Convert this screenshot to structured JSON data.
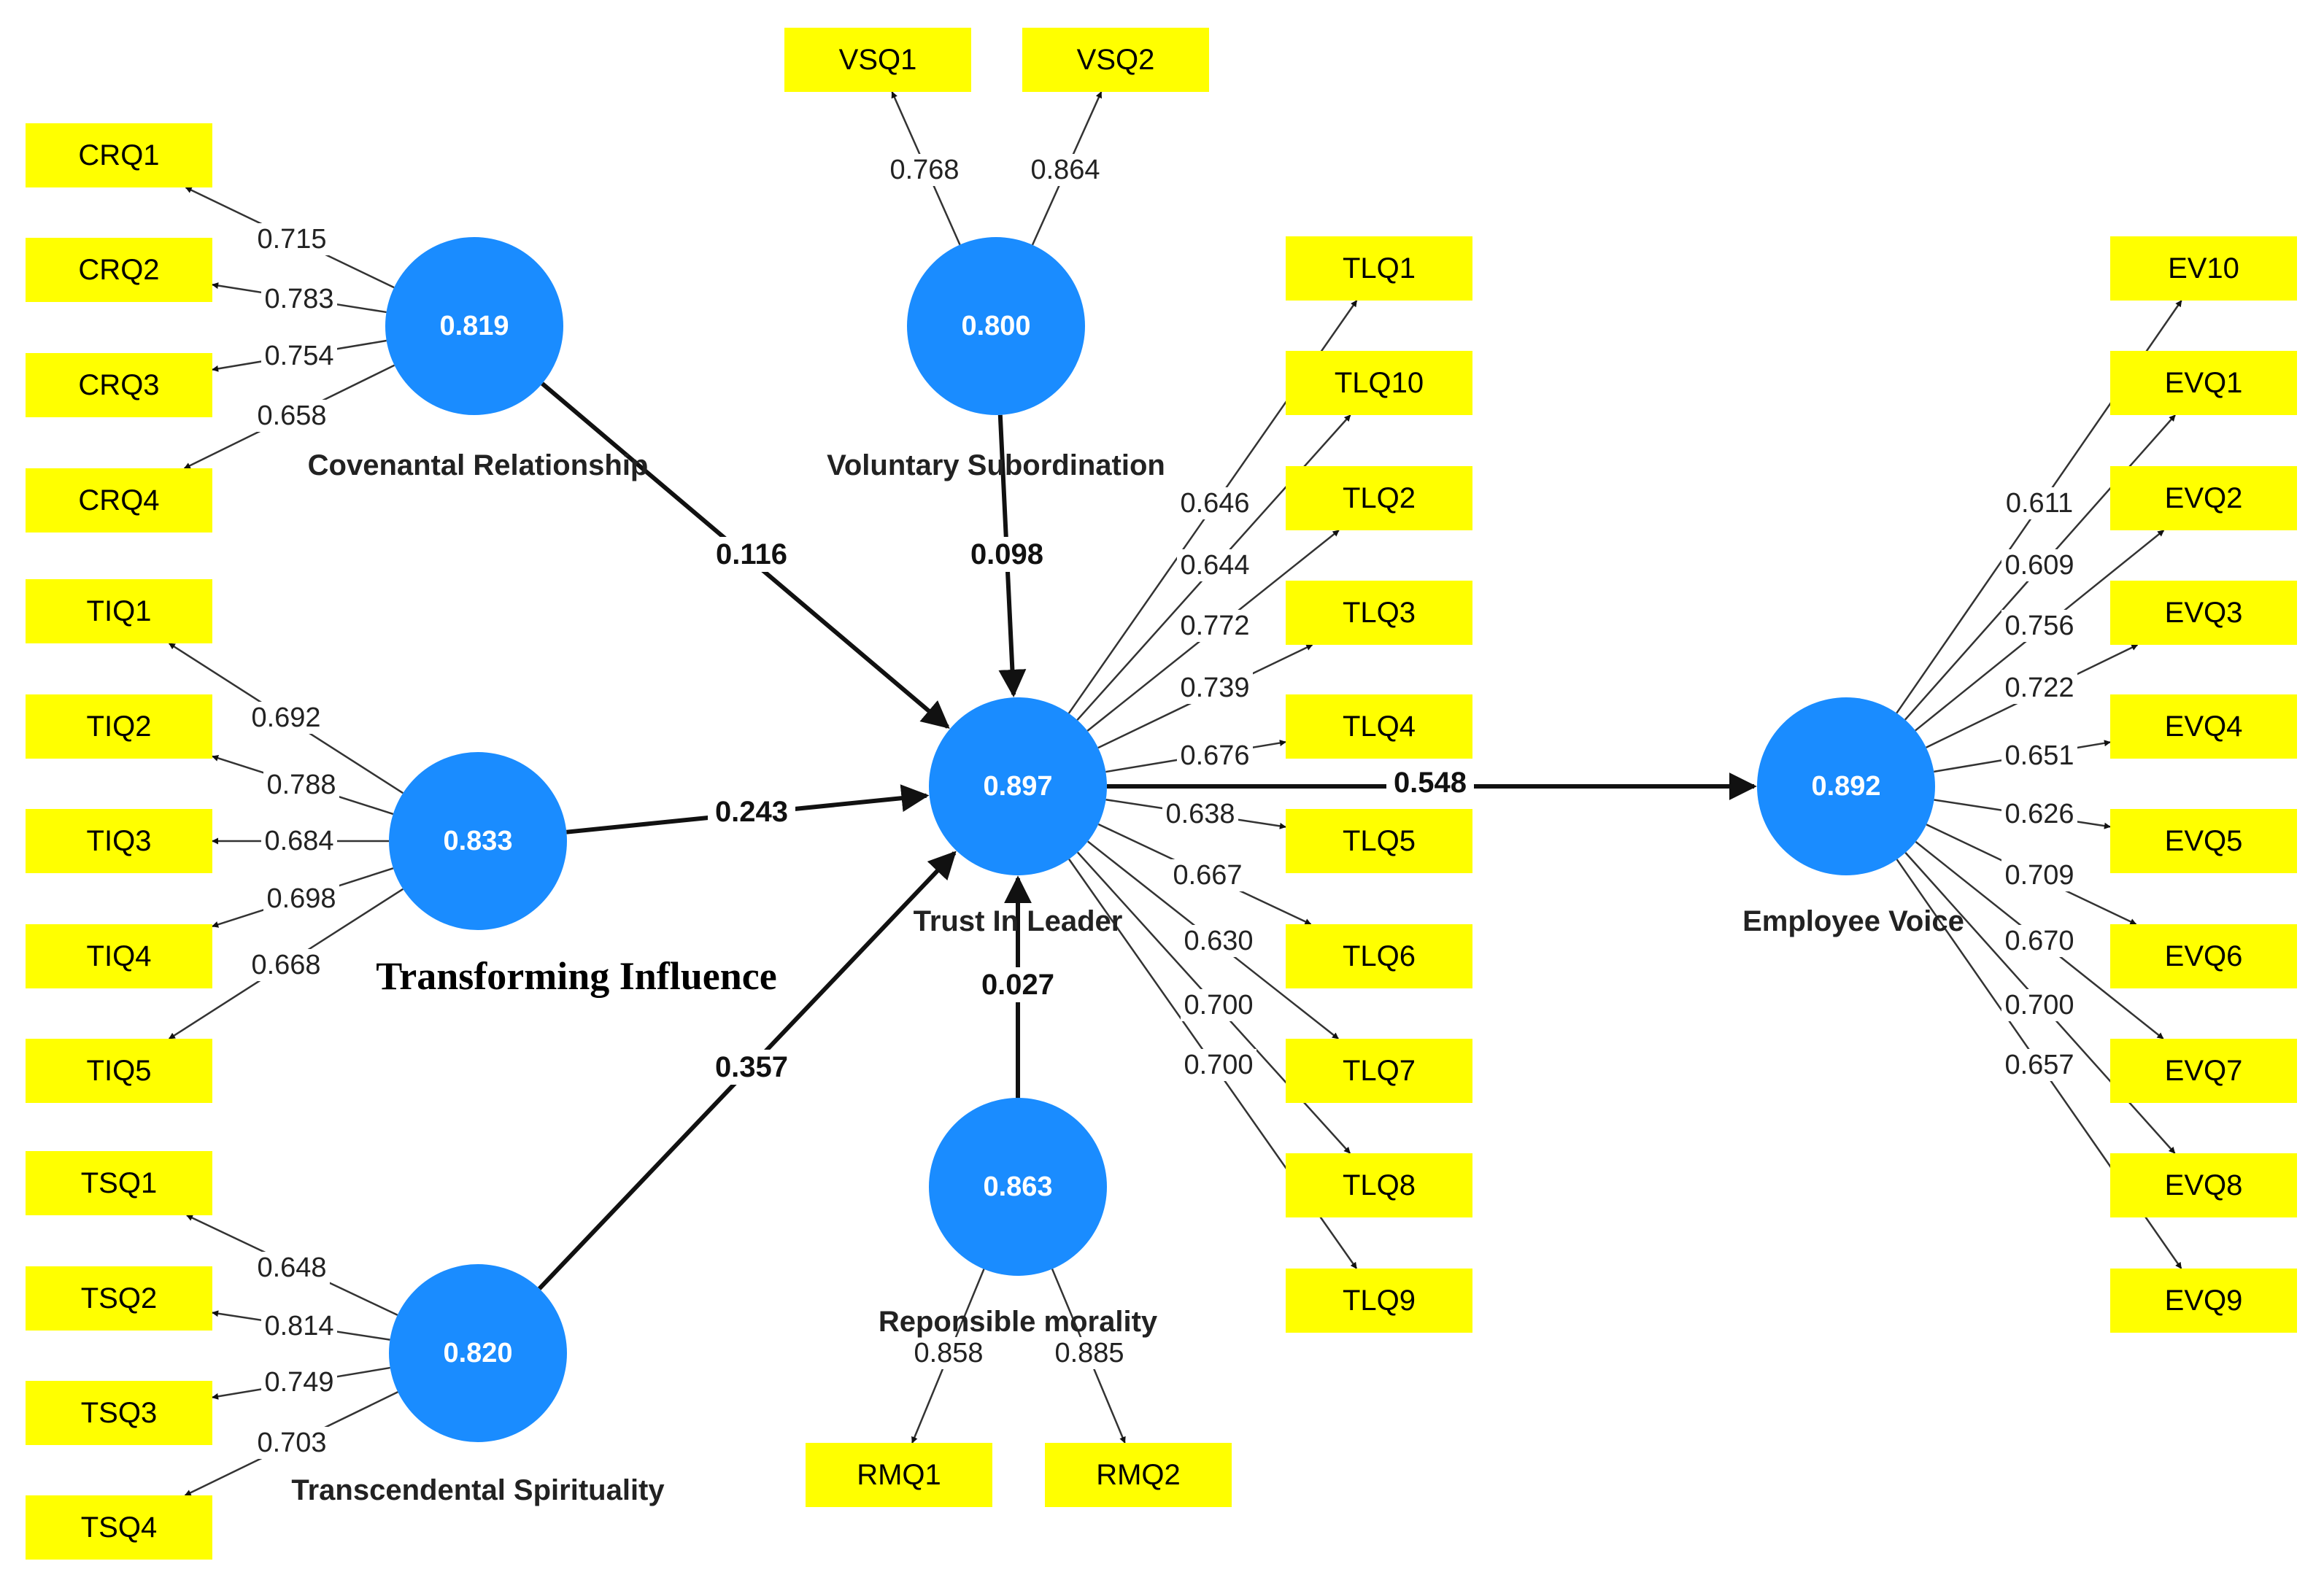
{
  "latents": [
    {
      "id": "CR",
      "name": "Covenantal Relationship",
      "value": "0.819"
    },
    {
      "id": "VS",
      "name": "Voluntary Subordination",
      "value": "0.800"
    },
    {
      "id": "TI",
      "name": "Transforming Influence",
      "value": "0.833"
    },
    {
      "id": "TS",
      "name": "Transcendental Spirituality",
      "value": "0.820"
    },
    {
      "id": "RM",
      "name": "Reponsible morality",
      "value": "0.863"
    },
    {
      "id": "TL",
      "name": "Trust In Leader",
      "value": "0.897"
    },
    {
      "id": "EV",
      "name": "Employee Voice",
      "value": "0.892"
    }
  ],
  "indicators": [
    {
      "id": "CRQ1",
      "label": "CRQ1",
      "latent": "CR",
      "loading": "0.715"
    },
    {
      "id": "CRQ2",
      "label": "CRQ2",
      "latent": "CR",
      "loading": "0.783"
    },
    {
      "id": "CRQ3",
      "label": "CRQ3",
      "latent": "CR",
      "loading": "0.754"
    },
    {
      "id": "CRQ4",
      "label": "CRQ4",
      "latent": "CR",
      "loading": "0.658"
    },
    {
      "id": "TIQ1",
      "label": "TIQ1",
      "latent": "TI",
      "loading": "0.692"
    },
    {
      "id": "TIQ2",
      "label": "TIQ2",
      "latent": "TI",
      "loading": "0.788"
    },
    {
      "id": "TIQ3",
      "label": "TIQ3",
      "latent": "TI",
      "loading": "0.684"
    },
    {
      "id": "TIQ4",
      "label": "TIQ4",
      "latent": "TI",
      "loading": "0.698"
    },
    {
      "id": "TIQ5",
      "label": "TIQ5",
      "latent": "TI",
      "loading": "0.668"
    },
    {
      "id": "TSQ1",
      "label": "TSQ1",
      "latent": "TS",
      "loading": "0.648"
    },
    {
      "id": "TSQ2",
      "label": "TSQ2",
      "latent": "TS",
      "loading": "0.814"
    },
    {
      "id": "TSQ3",
      "label": "TSQ3",
      "latent": "TS",
      "loading": "0.749"
    },
    {
      "id": "TSQ4",
      "label": "TSQ4",
      "latent": "TS",
      "loading": "0.703"
    },
    {
      "id": "VSQ1",
      "label": "VSQ1",
      "latent": "VS",
      "loading": "0.768"
    },
    {
      "id": "VSQ2",
      "label": "VSQ2",
      "latent": "VS",
      "loading": "0.864"
    },
    {
      "id": "RMQ1",
      "label": "RMQ1",
      "latent": "RM",
      "loading": "0.858"
    },
    {
      "id": "RMQ2",
      "label": "RMQ2",
      "latent": "RM",
      "loading": "0.885"
    },
    {
      "id": "TLQ1",
      "label": "TLQ1",
      "latent": "TL",
      "loading": "0.646"
    },
    {
      "id": "TLQ10",
      "label": "TLQ10",
      "latent": "TL",
      "loading": "0.644"
    },
    {
      "id": "TLQ2",
      "label": "TLQ2",
      "latent": "TL",
      "loading": "0.772"
    },
    {
      "id": "TLQ3",
      "label": "TLQ3",
      "latent": "TL",
      "loading": "0.739"
    },
    {
      "id": "TLQ4",
      "label": "TLQ4",
      "latent": "TL",
      "loading": "0.676"
    },
    {
      "id": "TLQ5",
      "label": "TLQ5",
      "latent": "TL",
      "loading": "0.638"
    },
    {
      "id": "TLQ6",
      "label": "TLQ6",
      "latent": "TL",
      "loading": "0.667"
    },
    {
      "id": "TLQ7",
      "label": "TLQ7",
      "latent": "TL",
      "loading": "0.630"
    },
    {
      "id": "TLQ8",
      "label": "TLQ8",
      "latent": "TL",
      "loading": "0.700"
    },
    {
      "id": "TLQ9",
      "label": "TLQ9",
      "latent": "TL",
      "loading": "0.700"
    },
    {
      "id": "EV10",
      "label": "EV10",
      "latent": "EV",
      "loading": "0.611"
    },
    {
      "id": "EVQ1",
      "label": "EVQ1",
      "latent": "EV",
      "loading": "0.609"
    },
    {
      "id": "EVQ2",
      "label": "EVQ2",
      "latent": "EV",
      "loading": "0.756"
    },
    {
      "id": "EVQ3",
      "label": "EVQ3",
      "latent": "EV",
      "loading": "0.722"
    },
    {
      "id": "EVQ4",
      "label": "EVQ4",
      "latent": "EV",
      "loading": "0.651"
    },
    {
      "id": "EVQ5",
      "label": "EVQ5",
      "latent": "EV",
      "loading": "0.626"
    },
    {
      "id": "EVQ6",
      "label": "EVQ6",
      "latent": "EV",
      "loading": "0.709"
    },
    {
      "id": "EVQ7",
      "label": "EVQ7",
      "latent": "EV",
      "loading": "0.670"
    },
    {
      "id": "EVQ8",
      "label": "EVQ8",
      "latent": "EV",
      "loading": "0.700"
    },
    {
      "id": "EVQ9",
      "label": "EVQ9",
      "latent": "EV",
      "loading": "0.657"
    }
  ],
  "paths": [
    {
      "from": "CR",
      "to": "TL",
      "coef": "0.116"
    },
    {
      "from": "VS",
      "to": "TL",
      "coef": "0.098"
    },
    {
      "from": "TI",
      "to": "TL",
      "coef": "0.243"
    },
    {
      "from": "TS",
      "to": "TL",
      "coef": "0.357"
    },
    {
      "from": "RM",
      "to": "TL",
      "coef": "0.027"
    },
    {
      "from": "TL",
      "to": "EV",
      "coef": "0.548"
    }
  ],
  "colors": {
    "latent_fill": "#1a8cff",
    "indicator_fill": "#ffff00",
    "line": "#111111"
  }
}
